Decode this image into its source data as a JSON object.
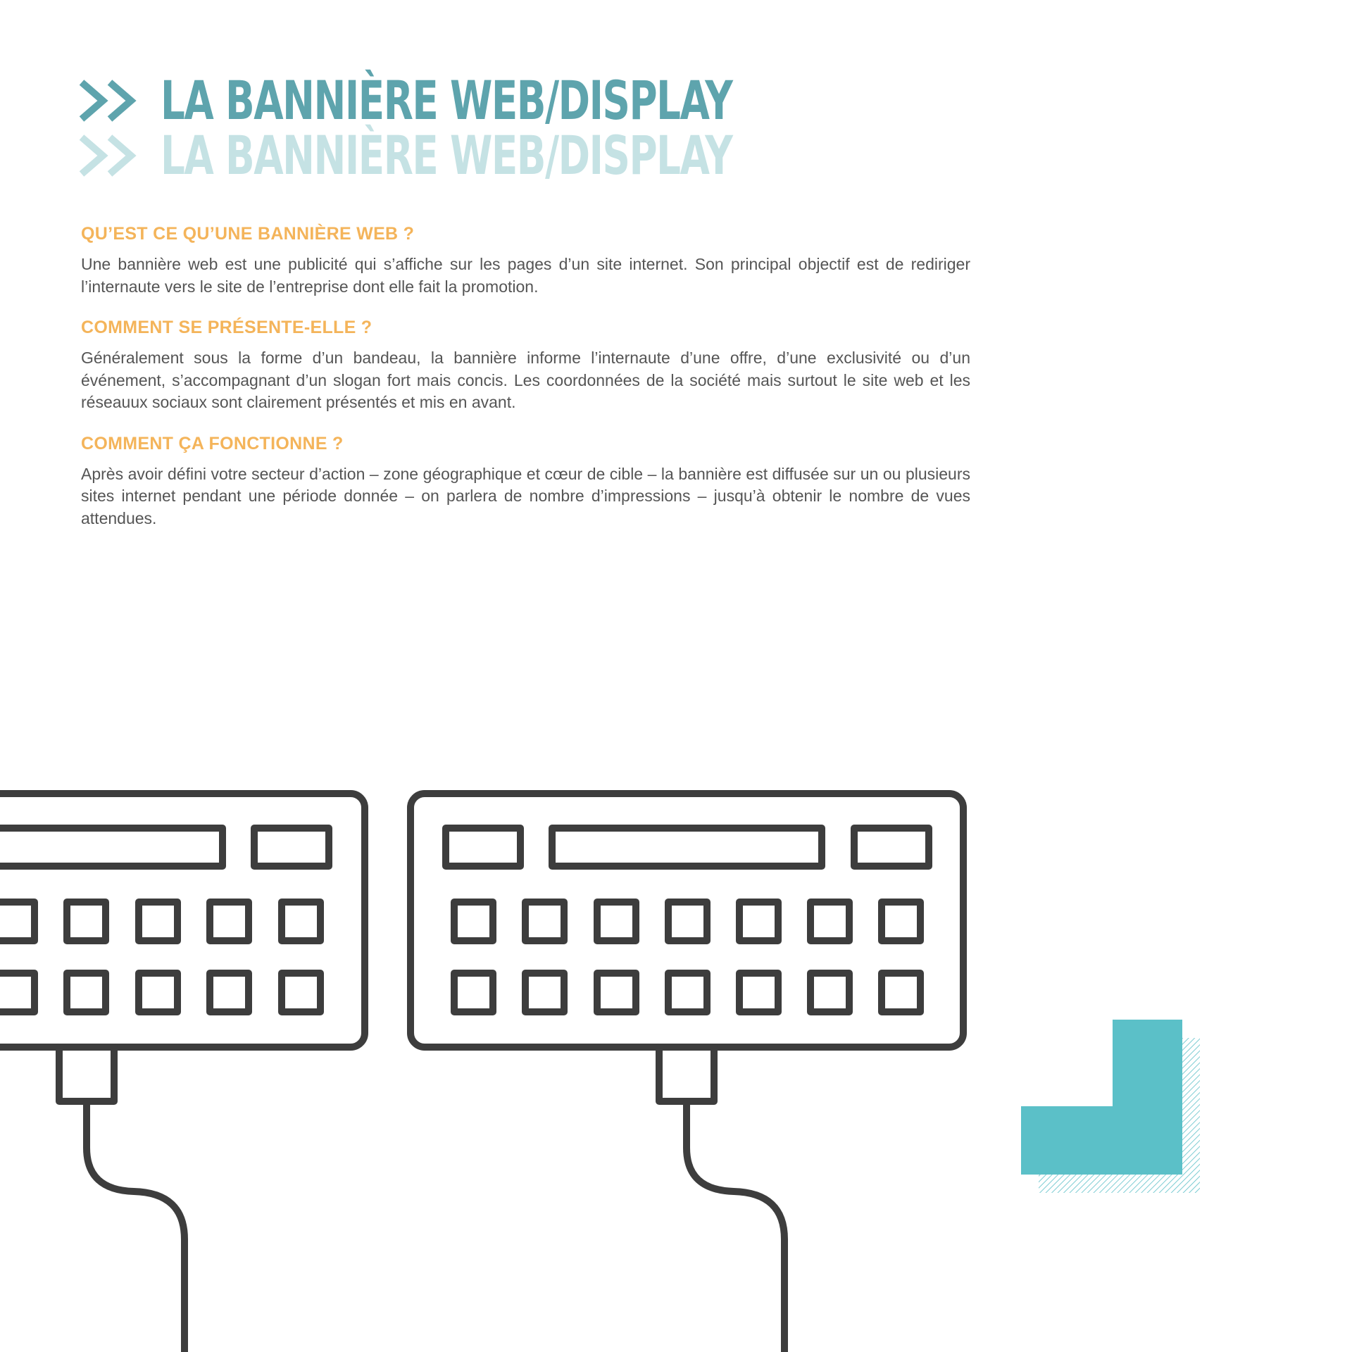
{
  "title": {
    "text": "LA BANNIÈRE WEB/DISPLAY",
    "echo_text": "LA BANNIÈRE WEB/DISPLAY",
    "color": "#5ea4ad",
    "echo_color": "#c5e2e4"
  },
  "sections": [
    {
      "heading": "QU’EST CE QU’UNE BANNIÈRE WEB ?",
      "body": "Une bannière web est une publicité qui s’affiche sur les pages d’un site internet. Son principal objectif est de rediriger l’internaute vers le site de l’entreprise dont elle fait la promotion."
    },
    {
      "heading": "COMMENT SE PRÉSENTE-ELLE ?",
      "body": "Généralement sous la forme d’un bandeau, la bannière informe l’internaute d’une offre, d’une exclusivité ou d’un événement, s’accompagnant d’un slogan fort mais concis. Les coordonnées de la société mais surtout le site web et les réseauux sociaux sont clairement présentés et mis en avant."
    },
    {
      "heading": "COMMENT ÇA FONCTIONNE ?",
      "body": "Après avoir défini votre secteur d’action – zone géographique et cœur de cible – la bannière est diffusée sur un ou plusieurs sites internet pendant une période donnée – on parlera de nombre d’impressions – jusqu’à obtenir le nombre de vues attendues."
    }
  ],
  "colors": {
    "heading": "#f4b45a",
    "body_text": "#555555",
    "illustration_stroke": "#3d3d3d",
    "accent": "#5bc0c8"
  },
  "illustration": {
    "icon": "keyboard-icon",
    "count": 2
  },
  "decoration": {
    "icon": "corner-block-icon"
  }
}
